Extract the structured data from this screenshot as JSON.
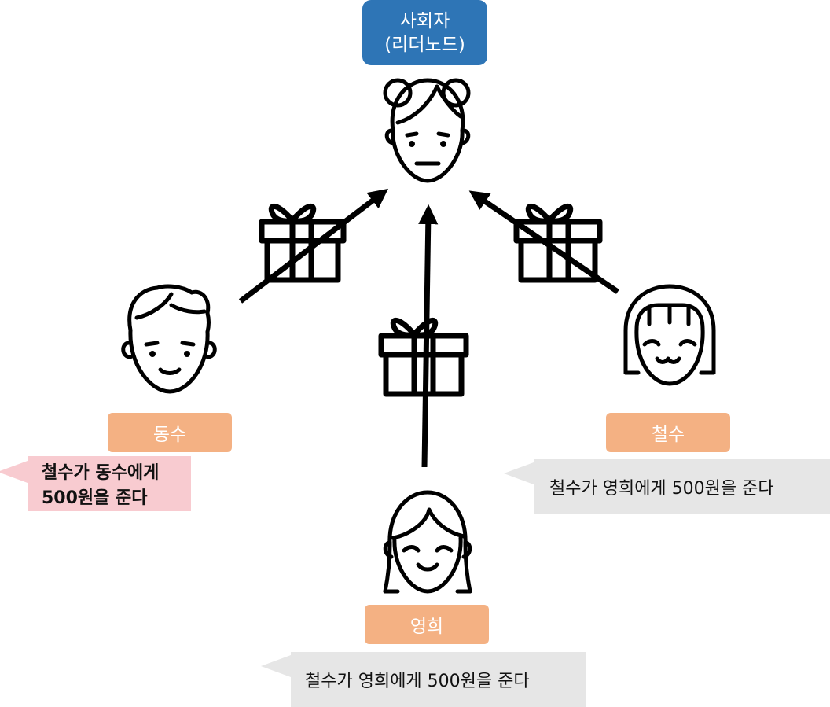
{
  "leader": {
    "line1": "사회자",
    "line2": "(리더노드)"
  },
  "nodes": {
    "dongsu": {
      "name": "동수",
      "message": "철수가 동수에게 500원을 준다"
    },
    "cheolsu": {
      "name": "철수",
      "message": "철수가 영희에게 500원을 준다"
    },
    "younghee": {
      "name": "영희",
      "message": "철수가 영희에게 500원을 준다"
    }
  },
  "icons": {
    "leader": "girl-with-buns-icon",
    "dongsu": "boy-icon",
    "cheolsu": "girl-with-bangs-icon",
    "younghee": "girl-icon",
    "gift": "gift-box-icon",
    "arrow": "arrow-icon"
  },
  "colors": {
    "leader_box": "#2e75b6",
    "name_box": "#f4b183",
    "bubble_highlight": "#f8cbd0",
    "bubble_normal": "#e6e6e6"
  }
}
